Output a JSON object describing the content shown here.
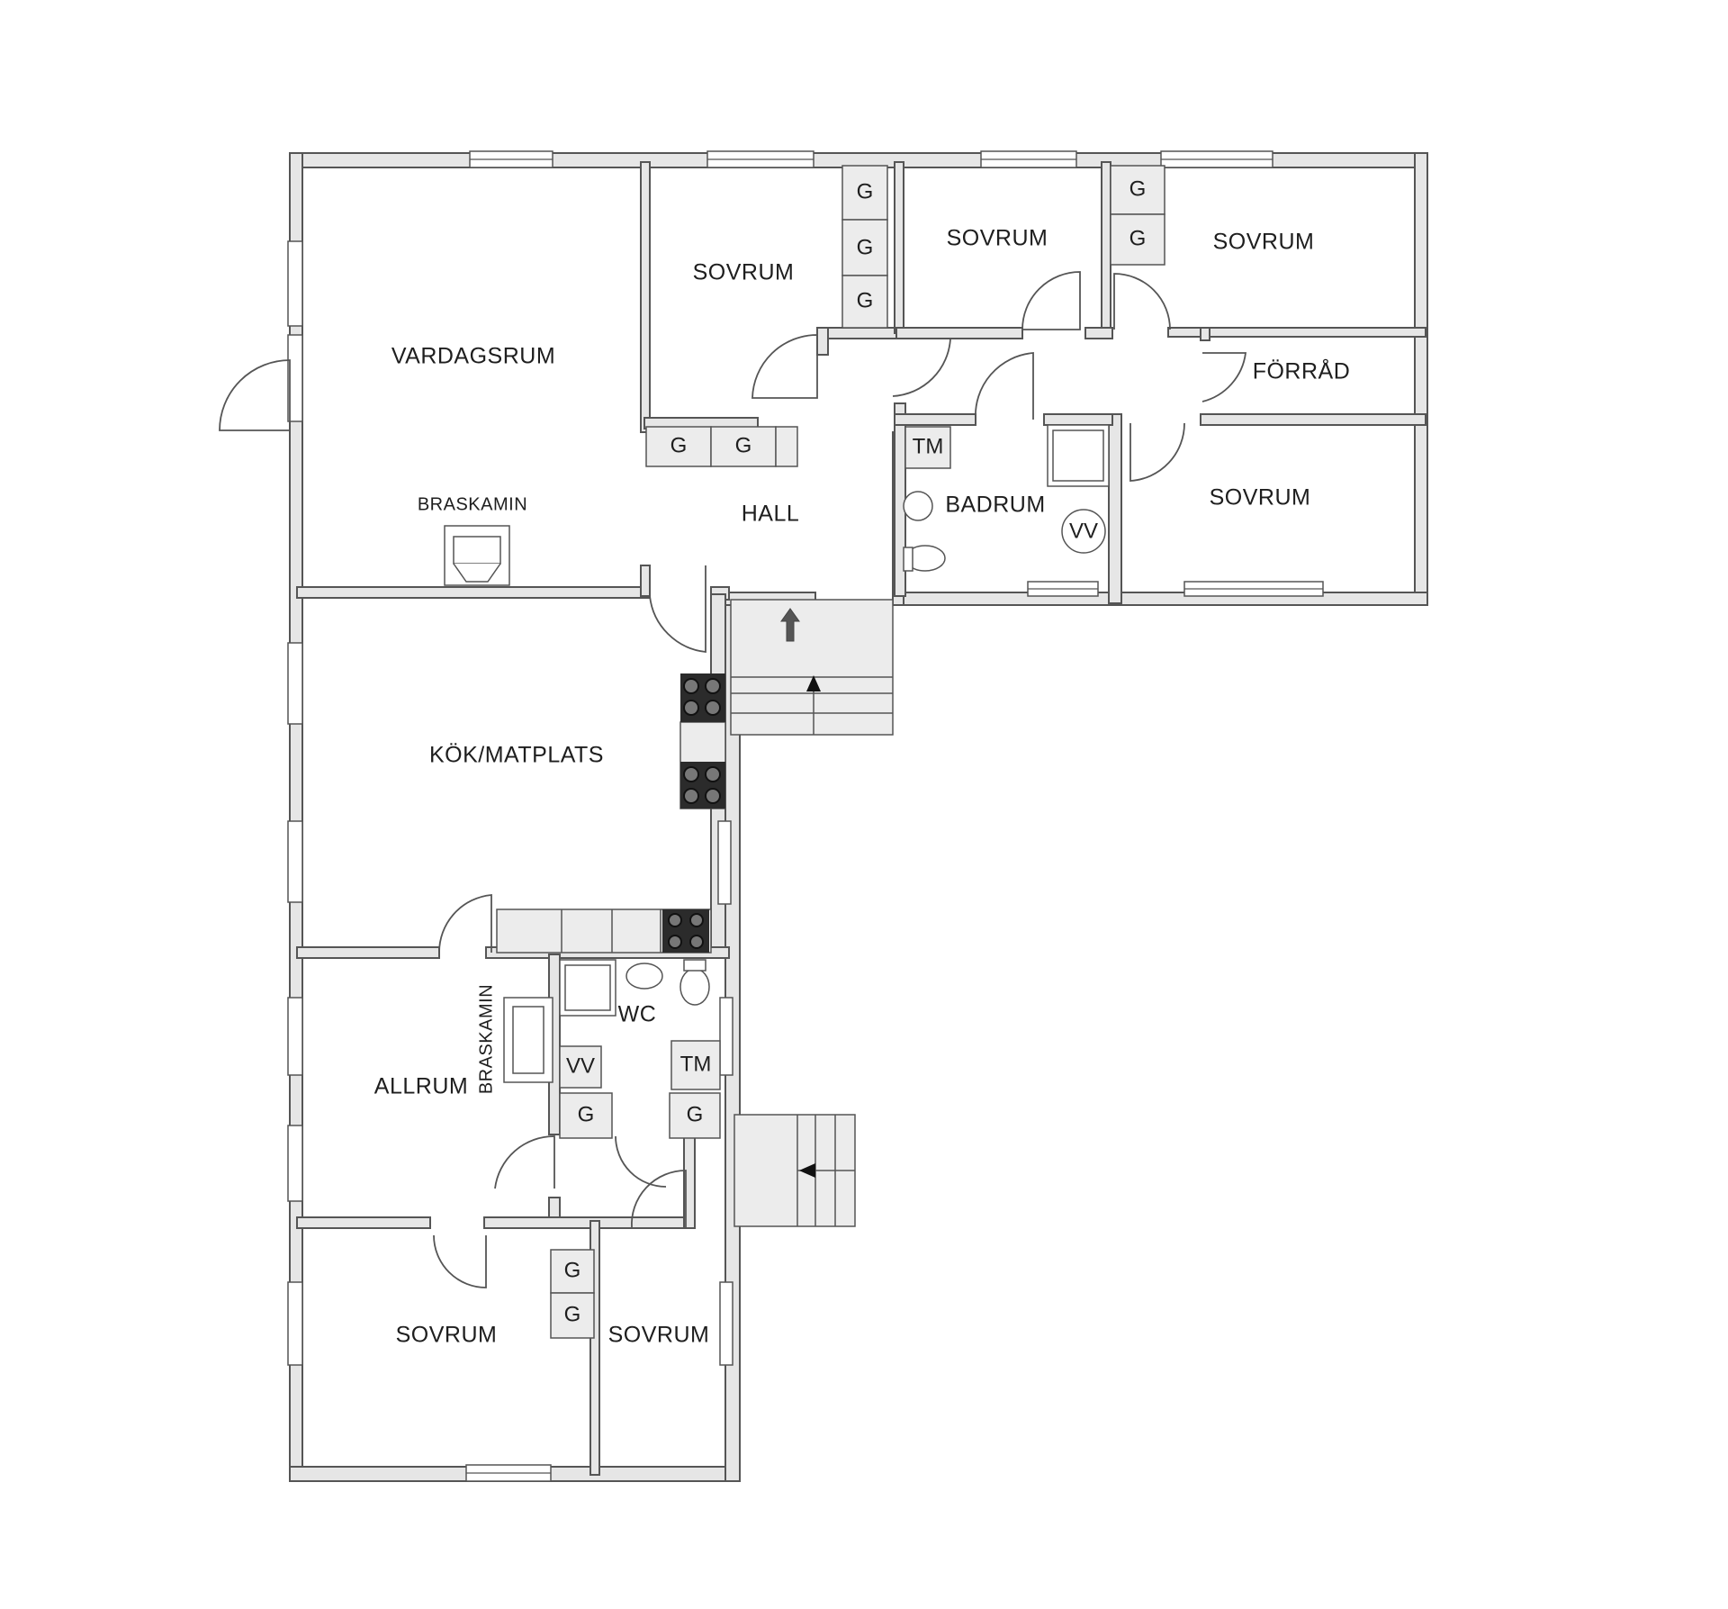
{
  "rooms": {
    "vardagsrum": "VARDAGSRUM",
    "braskamin_1": "BRASKAMIN",
    "sovrum_1": "SOVRUM",
    "sovrum_2": "SOVRUM",
    "sovrum_3": "SOVRUM",
    "forrad": "FÖRRÅD",
    "sovrum_4": "SOVRUM",
    "hall": "HALL",
    "badrum": "BADRUM",
    "kok_matplats": "KÖK/MATPLATS",
    "allrum": "ALLRUM",
    "braskamin_2": "BRASKAMIN",
    "wc": "WC",
    "sovrum_5": "SOVRUM",
    "sovrum_6": "SOVRUM"
  },
  "symbols": {
    "garderob": "G",
    "tvattmaskin": "TM",
    "varmvatten": "VV"
  }
}
